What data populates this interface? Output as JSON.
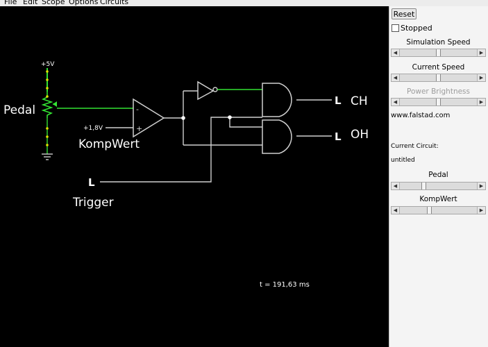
{
  "menu": [
    "File",
    "Edit",
    "Scope",
    "Options",
    "Circuits"
  ],
  "circuit": {
    "supply_label": "+5V",
    "pedal_label": "Pedal",
    "threshold_voltage": "+1,8V",
    "comparator_label": "KompWert",
    "trigger_label": "Trigger",
    "trigger_state": "L",
    "output_ch_state": "L",
    "output_ch_label": "CH",
    "output_oh_state": "L",
    "output_oh_label": "OH",
    "comparator_minus": "-",
    "comparator_plus": "+",
    "time": "t = 191,63 ms"
  },
  "panel": {
    "reset_label": "Reset",
    "stopped_label": "Stopped",
    "stopped_checked": false,
    "sliders": [
      {
        "label": "Simulation Speed",
        "value": 0.5,
        "enabled": true
      },
      {
        "label": "Current Speed",
        "value": 0.5,
        "enabled": true
      },
      {
        "label": "Power Brightness",
        "value": 0.5,
        "enabled": false
      }
    ],
    "site": "www.falstad.com",
    "current_circuit_heading": "Current Circuit:",
    "current_circuit_name": "untitled",
    "pot_sliders": [
      {
        "label": "Pedal",
        "value": 0.3
      },
      {
        "label": "KompWert",
        "value": 0.38
      }
    ]
  },
  "colors": {
    "wire": "#cfcfcf",
    "active": "#33e333",
    "node": "#e0e000",
    "canvas_bg": "#000000",
    "panel_bg": "#f4f4f4"
  }
}
